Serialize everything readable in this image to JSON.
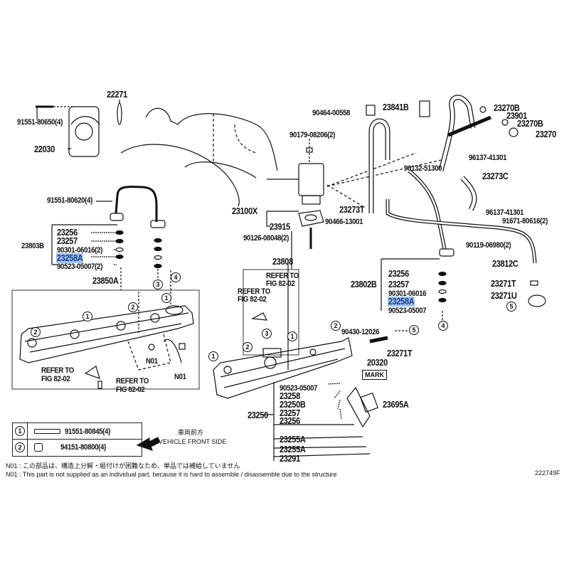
{
  "diagram_id": "222749F",
  "labels": {
    "p22271": "22271",
    "p91551_80650": "91551-80650(4)",
    "p22030": "22030",
    "p91551_80620": "91551-80620(4)",
    "left_group": {
      "assembly": "23803B",
      "items": [
        "23256",
        "23257",
        "90301-06016(2)",
        "23258A",
        "90523-05007(2)"
      ]
    },
    "p23850A": "23850A",
    "p90464_00558": "90464-00558",
    "p23841B": "23841B",
    "p23270B_1": "23270B",
    "p23901": "23901",
    "p23270B_2": "23270B",
    "p23270": "23270",
    "p90179_08206": "90179-08206(2)",
    "p96137_41301_1": "96137-41301",
    "p96132_51300": "96132-51300",
    "p23273C": "23273C",
    "p23100X": "23100X",
    "p23273T": "23273T",
    "p96137_41301_2": "96137-41301",
    "p90466_13001": "90466-13001",
    "p91671_80616": "91671-80616(2)",
    "p23915": "23915",
    "p90126_08048": "90126-08048(2)",
    "p90119_06980": "90119-06980(2)",
    "p23808": "23808",
    "p23812C": "23812C",
    "right_group": {
      "assembly": "23802B",
      "items": [
        "23256",
        "23257",
        "90301-06016",
        "23258A",
        "90523-05007"
      ]
    },
    "p23271T_1": "23271T",
    "p23271U": "23271U",
    "p90430_12026": "90430-12026",
    "p23271T_2": "23271T",
    "p20320": "20320",
    "mark": "MARK",
    "injector_group": {
      "assembly": "23250",
      "items": [
        "90523-05007",
        "23258",
        "23250B",
        "23257",
        "23256"
      ],
      "extras": [
        "23255A",
        "23255A",
        "23291"
      ]
    },
    "p23695A": "23695A",
    "refer_line1": "REFER TO",
    "refer_line2": "FIG 82-02",
    "n01": "N01"
  },
  "callouts": [
    "1",
    "2",
    "3",
    "4",
    "5"
  ],
  "legend": {
    "rows": [
      {
        "num": "1",
        "part": "91551-80845(4)"
      },
      {
        "num": "2",
        "part": "94151-80800(4)"
      }
    ]
  },
  "direction": {
    "jp": "車両前方",
    "en": "VEHICLE FRONT SIDE"
  },
  "notes": {
    "jp": "N01 : この部品は、構造上分解・組付けが困難なため、単品では補給していません",
    "en": "N01 : This part is not supplied as an individual part, because it is hard to assemble / disassemble due to the structure"
  },
  "highlight_color": "#9cc4f0"
}
